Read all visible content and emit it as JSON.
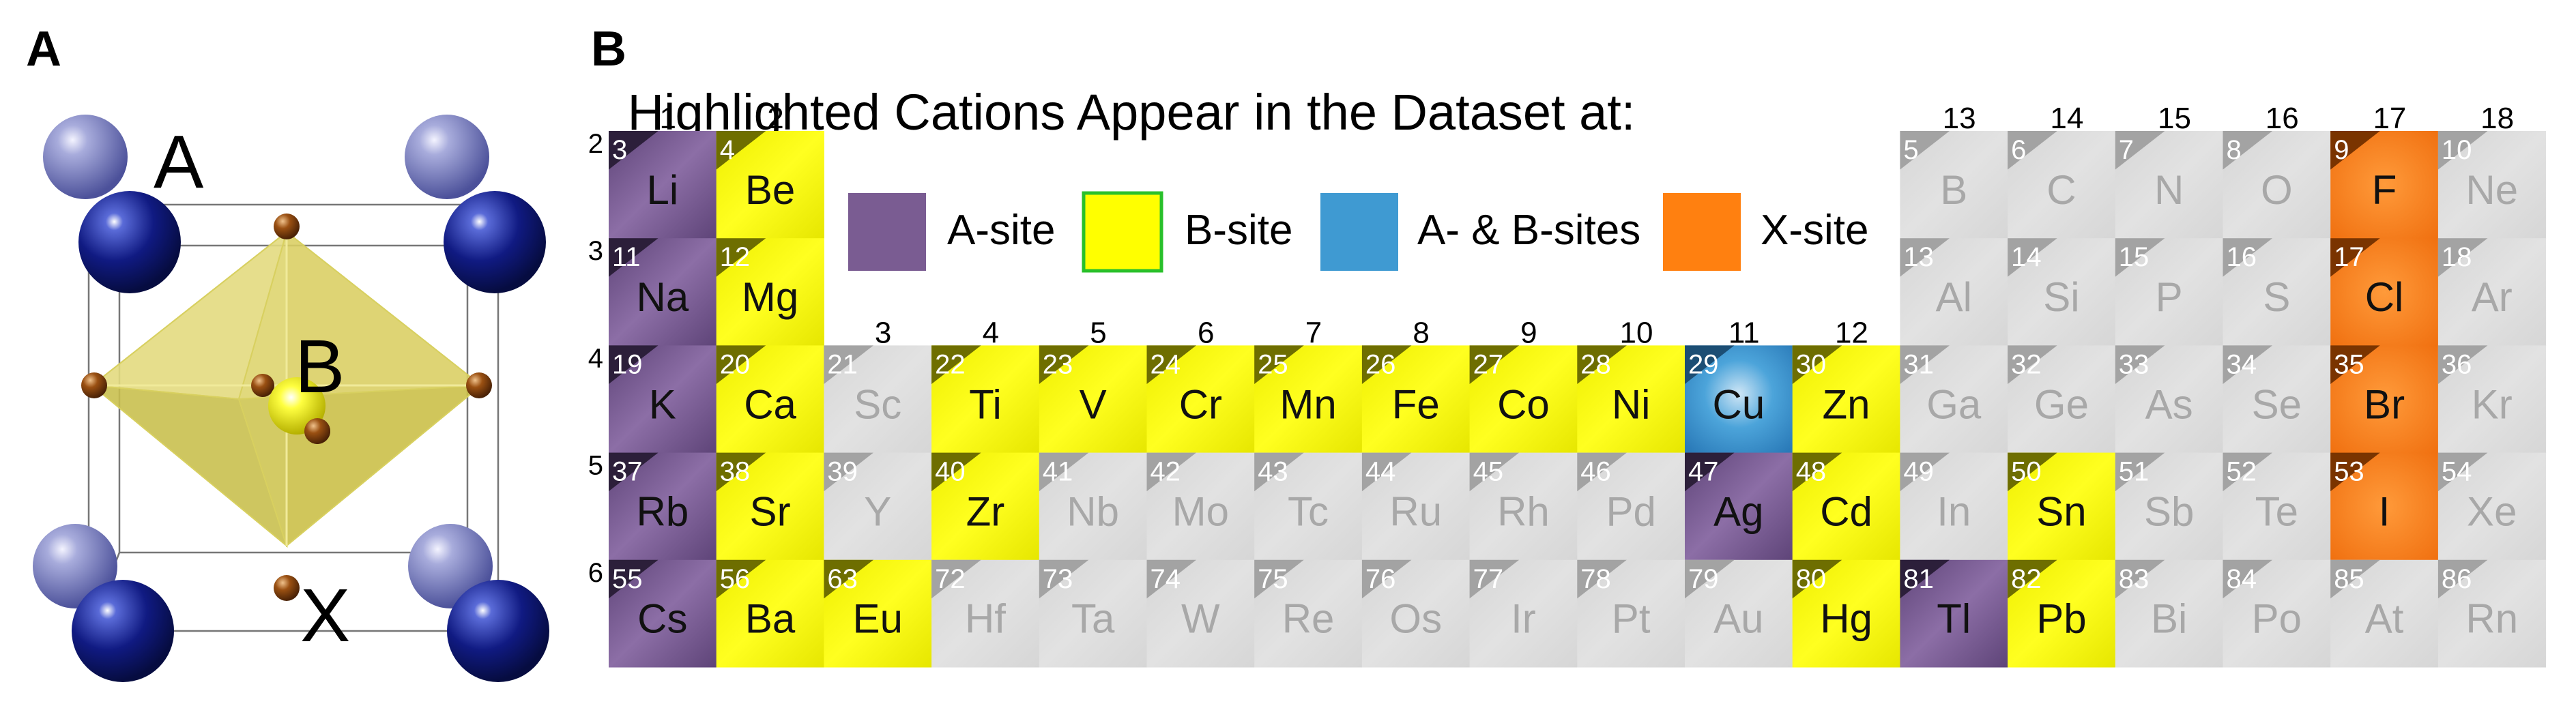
{
  "panels": {
    "a_label": "A",
    "b_label": "B"
  },
  "crystal": {
    "label_a": "A",
    "label_b": "B",
    "label_x": "X"
  },
  "title": "Highlighted Cations Appear in the Dataset at:",
  "legend": [
    {
      "key": "A",
      "label": "A-site",
      "color": "#7a5c92"
    },
    {
      "key": "B",
      "label": "B-site",
      "color": "#ffff00"
    },
    {
      "key": "AB",
      "label": "A- & B-sites",
      "color": "#3f9ad2"
    },
    {
      "key": "X",
      "label": "X-site",
      "color": "#ff8010"
    }
  ],
  "groups": [
    "1",
    "2",
    "3",
    "4",
    "5",
    "6",
    "7",
    "8",
    "9",
    "10",
    "11",
    "12",
    "13",
    "14",
    "15",
    "16",
    "17",
    "18"
  ],
  "periods": [
    "2",
    "3",
    "4",
    "5",
    "6"
  ],
  "colors": {
    "A": "#7a5c92",
    "B": "#ffff00",
    "AB": "#3f9ad2",
    "X": "#ff8010",
    "none": "#dcdcdc",
    "none_text": "#a8a8a8",
    "none_corner": "#a3a3a3"
  },
  "elements": [
    {
      "n": "3",
      "s": "Li",
      "r": 0,
      "c": 0,
      "t": "A"
    },
    {
      "n": "4",
      "s": "Be",
      "r": 0,
      "c": 1,
      "t": "B"
    },
    {
      "n": "5",
      "s": "B",
      "r": 0,
      "c": 12,
      "t": "none"
    },
    {
      "n": "6",
      "s": "C",
      "r": 0,
      "c": 13,
      "t": "none"
    },
    {
      "n": "7",
      "s": "N",
      "r": 0,
      "c": 14,
      "t": "none"
    },
    {
      "n": "8",
      "s": "O",
      "r": 0,
      "c": 15,
      "t": "none"
    },
    {
      "n": "9",
      "s": "F",
      "r": 0,
      "c": 16,
      "t": "X"
    },
    {
      "n": "10",
      "s": "Ne",
      "r": 0,
      "c": 17,
      "t": "none"
    },
    {
      "n": "11",
      "s": "Na",
      "r": 1,
      "c": 0,
      "t": "A"
    },
    {
      "n": "12",
      "s": "Mg",
      "r": 1,
      "c": 1,
      "t": "B"
    },
    {
      "n": "13",
      "s": "Al",
      "r": 1,
      "c": 12,
      "t": "none"
    },
    {
      "n": "14",
      "s": "Si",
      "r": 1,
      "c": 13,
      "t": "none"
    },
    {
      "n": "15",
      "s": "P",
      "r": 1,
      "c": 14,
      "t": "none"
    },
    {
      "n": "16",
      "s": "S",
      "r": 1,
      "c": 15,
      "t": "none"
    },
    {
      "n": "17",
      "s": "Cl",
      "r": 1,
      "c": 16,
      "t": "X"
    },
    {
      "n": "18",
      "s": "Ar",
      "r": 1,
      "c": 17,
      "t": "none"
    },
    {
      "n": "19",
      "s": "K",
      "r": 2,
      "c": 0,
      "t": "A"
    },
    {
      "n": "20",
      "s": "Ca",
      "r": 2,
      "c": 1,
      "t": "B"
    },
    {
      "n": "21",
      "s": "Sc",
      "r": 2,
      "c": 2,
      "t": "none"
    },
    {
      "n": "22",
      "s": "Ti",
      "r": 2,
      "c": 3,
      "t": "B"
    },
    {
      "n": "23",
      "s": "V",
      "r": 2,
      "c": 4,
      "t": "B"
    },
    {
      "n": "24",
      "s": "Cr",
      "r": 2,
      "c": 5,
      "t": "B"
    },
    {
      "n": "25",
      "s": "Mn",
      "r": 2,
      "c": 6,
      "t": "B"
    },
    {
      "n": "26",
      "s": "Fe",
      "r": 2,
      "c": 7,
      "t": "B"
    },
    {
      "n": "27",
      "s": "Co",
      "r": 2,
      "c": 8,
      "t": "B"
    },
    {
      "n": "28",
      "s": "Ni",
      "r": 2,
      "c": 9,
      "t": "B"
    },
    {
      "n": "29",
      "s": "Cu",
      "r": 2,
      "c": 10,
      "t": "AB"
    },
    {
      "n": "30",
      "s": "Zn",
      "r": 2,
      "c": 11,
      "t": "B"
    },
    {
      "n": "31",
      "s": "Ga",
      "r": 2,
      "c": 12,
      "t": "none"
    },
    {
      "n": "32",
      "s": "Ge",
      "r": 2,
      "c": 13,
      "t": "none"
    },
    {
      "n": "33",
      "s": "As",
      "r": 2,
      "c": 14,
      "t": "none"
    },
    {
      "n": "34",
      "s": "Se",
      "r": 2,
      "c": 15,
      "t": "none"
    },
    {
      "n": "35",
      "s": "Br",
      "r": 2,
      "c": 16,
      "t": "X"
    },
    {
      "n": "36",
      "s": "Kr",
      "r": 2,
      "c": 17,
      "t": "none"
    },
    {
      "n": "37",
      "s": "Rb",
      "r": 3,
      "c": 0,
      "t": "A"
    },
    {
      "n": "38",
      "s": "Sr",
      "r": 3,
      "c": 1,
      "t": "B"
    },
    {
      "n": "39",
      "s": "Y",
      "r": 3,
      "c": 2,
      "t": "none"
    },
    {
      "n": "40",
      "s": "Zr",
      "r": 3,
      "c": 3,
      "t": "B"
    },
    {
      "n": "41",
      "s": "Nb",
      "r": 3,
      "c": 4,
      "t": "none"
    },
    {
      "n": "42",
      "s": "Mo",
      "r": 3,
      "c": 5,
      "t": "none"
    },
    {
      "n": "43",
      "s": "Tc",
      "r": 3,
      "c": 6,
      "t": "none"
    },
    {
      "n": "44",
      "s": "Ru",
      "r": 3,
      "c": 7,
      "t": "none"
    },
    {
      "n": "45",
      "s": "Rh",
      "r": 3,
      "c": 8,
      "t": "none"
    },
    {
      "n": "46",
      "s": "Pd",
      "r": 3,
      "c": 9,
      "t": "none"
    },
    {
      "n": "47",
      "s": "Ag",
      "r": 3,
      "c": 10,
      "t": "A"
    },
    {
      "n": "48",
      "s": "Cd",
      "r": 3,
      "c": 11,
      "t": "B"
    },
    {
      "n": "49",
      "s": "In",
      "r": 3,
      "c": 12,
      "t": "none"
    },
    {
      "n": "50",
      "s": "Sn",
      "r": 3,
      "c": 13,
      "t": "B"
    },
    {
      "n": "51",
      "s": "Sb",
      "r": 3,
      "c": 14,
      "t": "none"
    },
    {
      "n": "52",
      "s": "Te",
      "r": 3,
      "c": 15,
      "t": "none"
    },
    {
      "n": "53",
      "s": "I",
      "r": 3,
      "c": 16,
      "t": "X"
    },
    {
      "n": "54",
      "s": "Xe",
      "r": 3,
      "c": 17,
      "t": "none"
    },
    {
      "n": "55",
      "s": "Cs",
      "r": 4,
      "c": 0,
      "t": "A"
    },
    {
      "n": "56",
      "s": "Ba",
      "r": 4,
      "c": 1,
      "t": "B"
    },
    {
      "n": "63",
      "s": "Eu",
      "r": 4,
      "c": 2,
      "t": "B"
    },
    {
      "n": "72",
      "s": "Hf",
      "r": 4,
      "c": 3,
      "t": "none"
    },
    {
      "n": "73",
      "s": "Ta",
      "r": 4,
      "c": 4,
      "t": "none"
    },
    {
      "n": "74",
      "s": "W",
      "r": 4,
      "c": 5,
      "t": "none"
    },
    {
      "n": "75",
      "s": "Re",
      "r": 4,
      "c": 6,
      "t": "none"
    },
    {
      "n": "76",
      "s": "Os",
      "r": 4,
      "c": 7,
      "t": "none"
    },
    {
      "n": "77",
      "s": "Ir",
      "r": 4,
      "c": 8,
      "t": "none"
    },
    {
      "n": "78",
      "s": "Pt",
      "r": 4,
      "c": 9,
      "t": "none"
    },
    {
      "n": "79",
      "s": "Au",
      "r": 4,
      "c": 10,
      "t": "none"
    },
    {
      "n": "80",
      "s": "Hg",
      "r": 4,
      "c": 11,
      "t": "B"
    },
    {
      "n": "81",
      "s": "Tl",
      "r": 4,
      "c": 12,
      "t": "A"
    },
    {
      "n": "82",
      "s": "Pb",
      "r": 4,
      "c": 13,
      "t": "B"
    },
    {
      "n": "83",
      "s": "Bi",
      "r": 4,
      "c": 14,
      "t": "none"
    },
    {
      "n": "84",
      "s": "Po",
      "r": 4,
      "c": 15,
      "t": "none"
    },
    {
      "n": "85",
      "s": "At",
      "r": 4,
      "c": 16,
      "t": "none"
    },
    {
      "n": "86",
      "s": "Rn",
      "r": 4,
      "c": 17,
      "t": "none"
    }
  ]
}
